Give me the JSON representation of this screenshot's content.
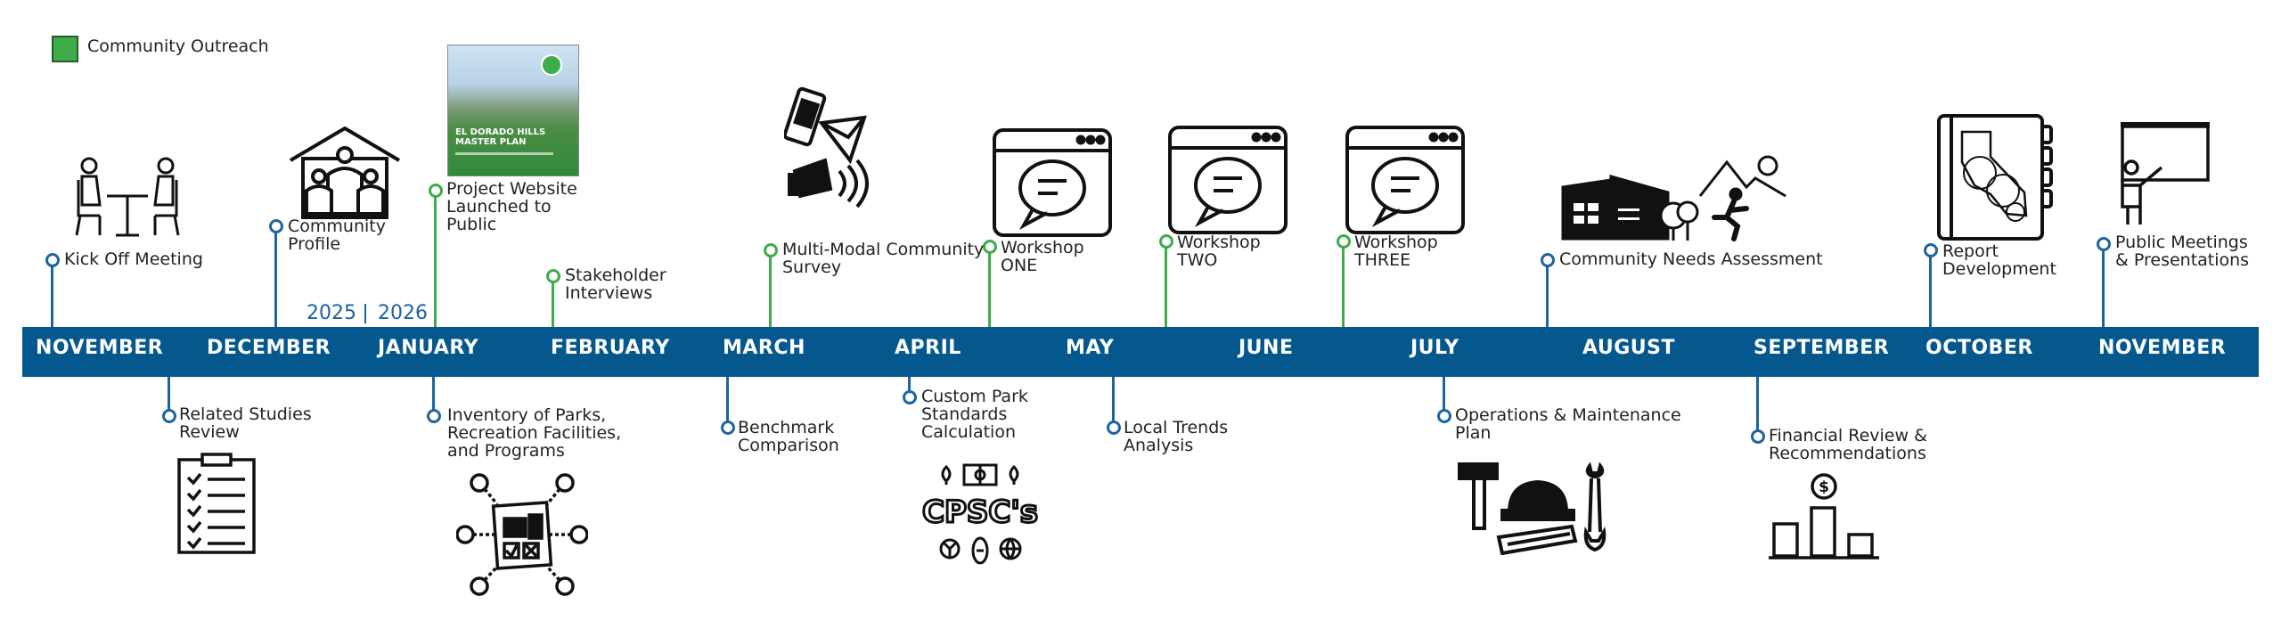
{
  "legend": {
    "label": "Community Outreach",
    "color": "#3eac49"
  },
  "colors": {
    "band": "#05588e",
    "stem_blue": "#1e64a0",
    "stem_green": "#3eac49"
  },
  "years": {
    "left": "2025",
    "right": "2026"
  },
  "months": [
    "NOVEMBER",
    "DECEMBER",
    "JANUARY",
    "FEBRUARY",
    "MARCH",
    "APRIL",
    "MAY",
    "JUNE",
    "JULY",
    "AUGUST",
    "SEPTEMBER",
    "OCTOBER",
    "NOVEMBER"
  ],
  "cover": {
    "title": "EL DORADO HILLS\nMASTER PLAN"
  },
  "events_above": [
    {
      "label": "Kick Off Meeting",
      "type": "blue",
      "icon": "meeting-icon"
    },
    {
      "label": "Community\nProfile",
      "type": "blue",
      "icon": "community-house-icon"
    },
    {
      "label": "Project Website\nLaunched to\nPublic",
      "type": "green",
      "icon": "master-plan-cover-image"
    },
    {
      "label": "Stakeholder\nInterviews",
      "type": "green",
      "icon": ""
    },
    {
      "label": "Multi-Modal Community\nSurvey",
      "type": "green",
      "icon": "survey-megaphone-icon"
    },
    {
      "label": "Workshop\nONE",
      "type": "green",
      "icon": "chat-window-icon"
    },
    {
      "label": "Workshop\nTWO",
      "type": "green",
      "icon": "chat-window-icon"
    },
    {
      "label": "Workshop\nTHREE",
      "type": "green",
      "icon": "chat-window-icon"
    },
    {
      "label": "Community Needs Assessment",
      "type": "blue",
      "icon": "facilities-recreation-icon"
    },
    {
      "label": "Report\nDevelopment",
      "type": "blue",
      "icon": "report-book-icon"
    },
    {
      "label": "Public Meetings\n& Presentations",
      "type": "blue",
      "icon": "presentation-icon"
    }
  ],
  "events_below": [
    {
      "label": "Related Studies\nReview",
      "type": "blue",
      "icon": "checklist-icon"
    },
    {
      "label": "Inventory of Parks,\nRecreation Facilities,\nand Programs",
      "type": "blue",
      "icon": "inventory-network-icon"
    },
    {
      "label": "Benchmark\nComparison",
      "type": "blue",
      "icon": ""
    },
    {
      "label": "Custom Park\nStandards\nCalculation",
      "type": "blue",
      "icon": "cpsc-sports-icon"
    },
    {
      "label": "Local Trends\nAnalysis",
      "type": "blue",
      "icon": ""
    },
    {
      "label": "Operations & Maintenance\nPlan",
      "type": "blue",
      "icon": "tools-hardhat-icon"
    },
    {
      "label": "Financial Review &\nRecommendations",
      "type": "blue",
      "icon": "finance-bar-chart-icon"
    }
  ],
  "cpsc_text": "CPSC's"
}
